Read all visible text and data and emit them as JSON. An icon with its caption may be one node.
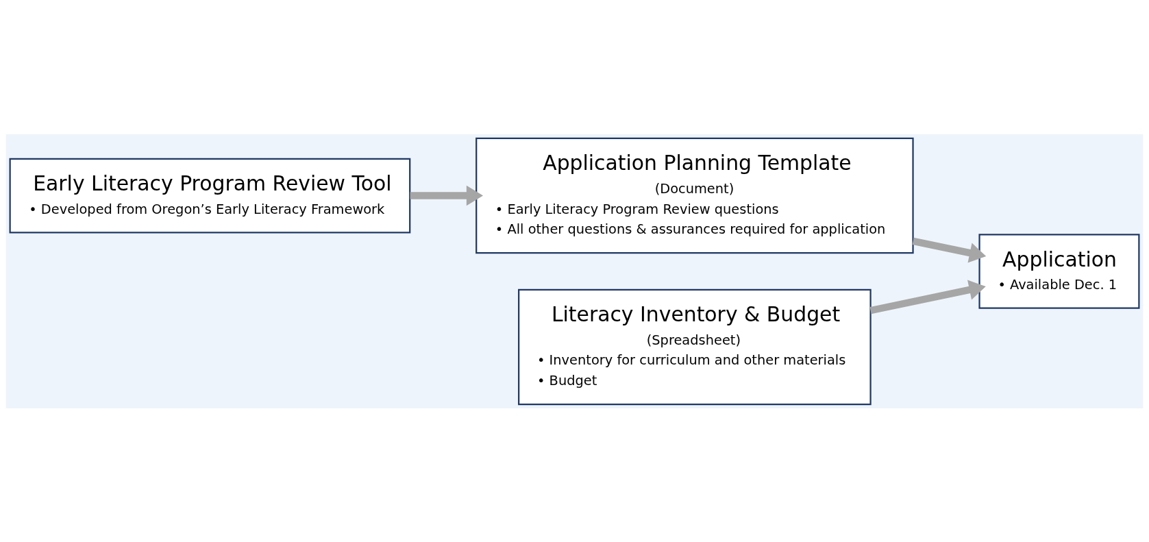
{
  "diagram": {
    "nodes": [
      {
        "text": [
          "Early Literacy Program Review Tool",
          "• Developed from Oregon’s Early Literacy Framework"
        ]
      },
      {
        "text": [
          "Application Planning Template",
          "(Document)",
          "• Early Literacy Program Review questions",
          "• All other questions & assurances required for application"
        ]
      },
      {
        "text": [
          "Literacy Inventory & Budget",
          "(Spreadsheet)",
          "• Inventory for curriculum and other materials",
          "• Budget"
        ]
      },
      {
        "text": [
          "Application",
          "• Available Dec. 1"
        ]
      }
    ],
    "edges": [
      {
        "from": 0,
        "to": 1,
        "arrow": "to"
      },
      {
        "from": 1,
        "to": 3,
        "arrow": "to"
      },
      {
        "from": 2,
        "to": 3,
        "arrow": "to"
      }
    ]
  }
}
